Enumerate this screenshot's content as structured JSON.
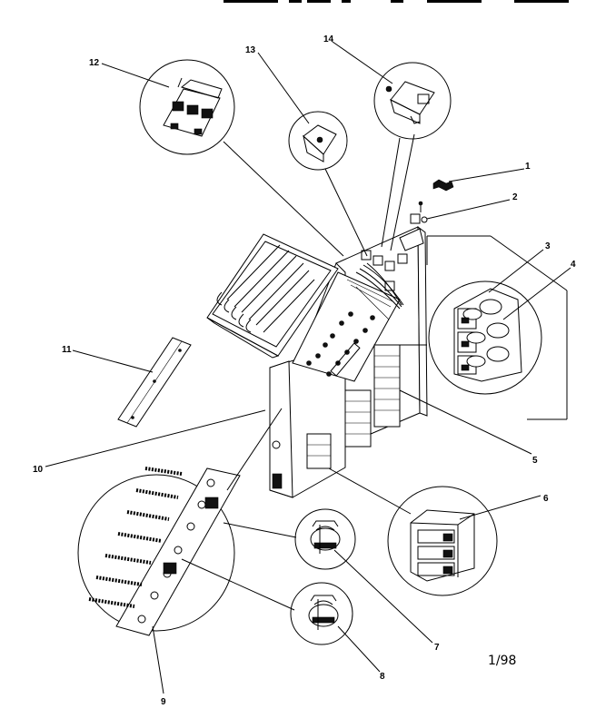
{
  "diagram": {
    "callouts": [
      {
        "id": "1",
        "label": "1"
      },
      {
        "id": "2",
        "label": "2"
      },
      {
        "id": "3",
        "label": "3"
      },
      {
        "id": "4",
        "label": "4"
      },
      {
        "id": "5",
        "label": "5"
      },
      {
        "id": "6",
        "label": "6"
      },
      {
        "id": "7",
        "label": "7"
      },
      {
        "id": "8",
        "label": "8"
      },
      {
        "id": "9",
        "label": "9"
      },
      {
        "id": "10",
        "label": "10"
      },
      {
        "id": "11",
        "label": "11"
      },
      {
        "id": "12",
        "label": "12"
      },
      {
        "id": "13",
        "label": "13"
      },
      {
        "id": "14",
        "label": "14"
      }
    ],
    "date_code": "1/98"
  }
}
